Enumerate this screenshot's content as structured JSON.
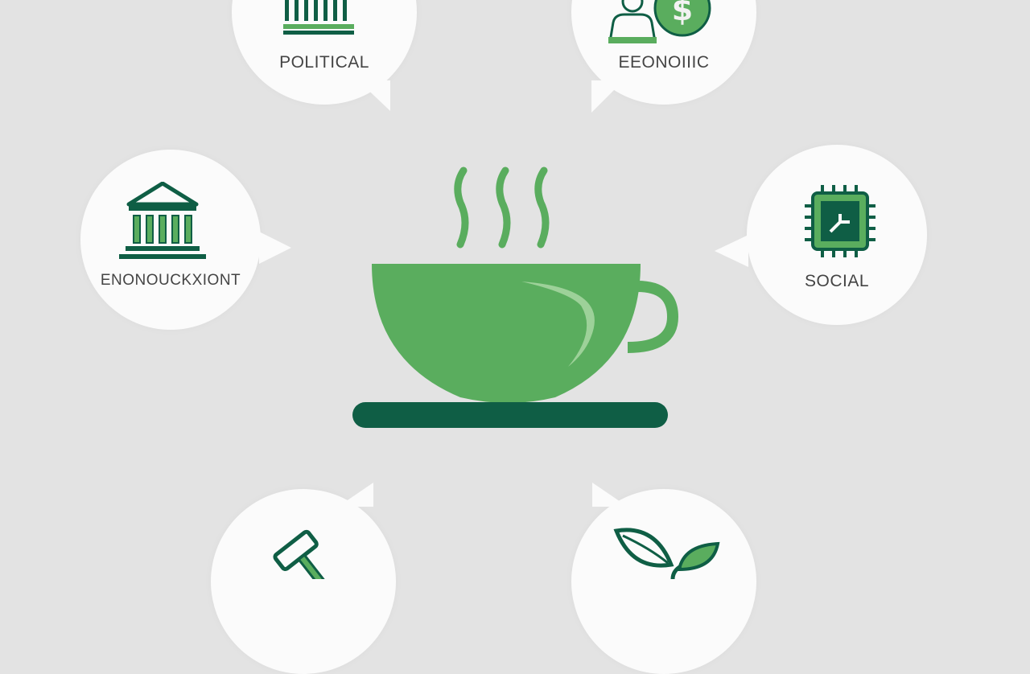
{
  "labels": {
    "political": "POLITICAL",
    "economic": "EEONOIIIC",
    "left": "ENONOUCKXIONT",
    "social": "SOCIAL"
  },
  "icons": {
    "political": "barcode-icon",
    "economic": "person-dollar-icon",
    "left": "government-building-icon",
    "social": "chip-icon",
    "bottom_left": "gavel-icon",
    "bottom_right": "leaf-icon",
    "center": "steaming-cup-icon"
  },
  "colors": {
    "background": "#e3e3e3",
    "bubble": "#fbfbfb",
    "green": "#5aad5e",
    "dark_green": "#0f5e45",
    "light_green": "#a9d7a3"
  }
}
